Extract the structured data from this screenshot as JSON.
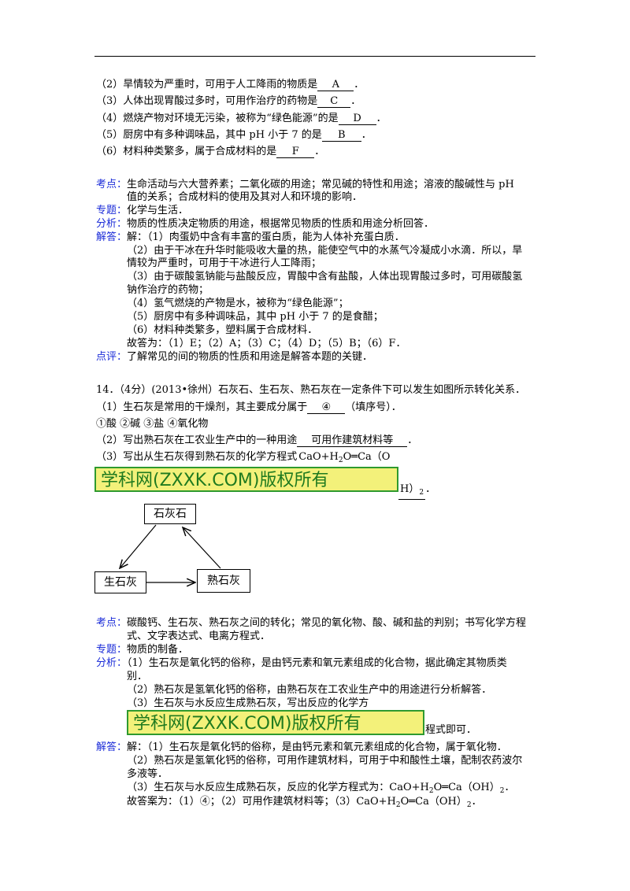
{
  "q13": {
    "items": [
      {
        "pre": "（2）旱情较为严重时，可用于人工降雨的物质是",
        "ans": "A",
        "post": "．"
      },
      {
        "pre": "（3）人体出现胃酸过多时，可用作治疗的药物是",
        "ans": "C",
        "post": "．"
      },
      {
        "pre": "（4）燃烧产物对环境无污染，被称为“绿色能源”的是",
        "ans": "D",
        "post": "．"
      },
      {
        "pre": "（5）厨房中有多种调味品，其中 pH 小于 7 的是",
        "ans": "B",
        "post": "．"
      },
      {
        "pre": "（6）材料种类繁多，属于合成材料的是",
        "ans": "F",
        "post": "．"
      }
    ],
    "kaodian_label": "考点：",
    "kaodian_1": "生命活动与六大营养素；二氧化碳的用途；常见碱的特性和用途；溶液的酸碱性与 pH",
    "kaodian_2": "值的关系；合成材料的使用及其对人和环境的影响．",
    "zhuanti_label": "专题：",
    "zhuanti": "化学与生活．",
    "fenxi_label": "分析：",
    "fenxi": "物质的性质决定物质的用途，根据常见物质的性质和用途分析回答．",
    "jieda_label": "解答：",
    "jieda": [
      "解：（1）肉蛋奶中含有丰富的蛋白质，能为人体补充蛋白质．",
      "（2）由于干冰在升华时能吸收大量的热，能使空气中的水蒸气冷凝成小水滴．所以，旱",
      "情较为严重时，可用于干冰进行人工降雨；",
      "（3）由于碳酸氢钠能与盐酸反应，胃酸中含有盐酸，人体出现胃酸过多时，可用碳酸氢",
      "钠作治疗的药物；",
      "（4）氢气燃烧的产物是水，被称为“绿色能源”；",
      "（5）厨房中有多种调味品，其中 pH 小于 7 的是食醋；",
      "（6）材料种类繁多，塑料属于合成材料．",
      "故答为：（1）E；（2）A；（3）C；（4）D；（5）B；（6）F．"
    ],
    "dianping_label": "点评：",
    "dianping": "了解常见的间的物质的性质和用途是解答本题的关键．"
  },
  "q14": {
    "title": "14．（4分）(2013•徐州）石灰石、生石灰、熟石灰在一定条件下可以发生如图所示转化关系．",
    "s1_pre": "（1）生石灰是常用的干燥剂，其主要成分属于",
    "s1_ans": "④",
    "s1_post": "（填序号）．",
    "options": "①酸 ②碱 ③盐 ④氧化物",
    "s2_pre": "（2）写出熟石灰在工农业生产中的一种用途",
    "s2_ans": "可用作建筑材料等",
    "s2_post": "．",
    "s3_pre": "（3）写出从生石灰得到熟石灰的化学方程式",
    "s3_ans_a": "CaO+H",
    "s3_ans_sub": "2",
    "s3_ans_b": "O═Ca（O",
    "s3_tail_a": "H）",
    "s3_tail_sub": "2",
    "s3_tail_b": "．",
    "watermark": "学科网(ZXXK.COM)版权所有",
    "diagram": {
      "top": "石灰石",
      "left": "生石灰",
      "right": "熟石灰"
    },
    "kaodian_label": "考点：",
    "kaodian_1": "碳酸钙、生石灰、熟石灰之间的转化；常见的氧化物、酸、碱和盐的判别；书写化学方程",
    "kaodian_2": "式、文字表达式、电离方程式．",
    "zhuanti_label": "专题：",
    "zhuanti": "物质的制备．",
    "fenxi_label": "分析：",
    "fenxi": [
      "（1）生石灰是氧化钙的俗称，是由钙元素和氧元素组成的化合物，据此确定其物质类",
      "别．",
      "（2）熟石灰是氢氧化钙的俗称，由熟石灰在工农业生产中的用途进行分析解答．",
      "（3）生石灰与水反应生成熟石灰，写出反应的化学方"
    ],
    "fenxi_tail": "程式即可．",
    "jieda_label": "解答：",
    "jieda": [
      "解：（1）生石灰是氧化钙的俗称，是由钙元素和氧元素组成的化合物，属于氧化物．",
      "（2）熟石灰是氢氧化钙的俗称，可用作建筑材料，可用于中和酸性土壤，配制农药波尔",
      "多液等．"
    ],
    "jieda_3_a": "（3）生石灰与水反应生成熟石灰，反应的化学方程式为：CaO+H",
    "jieda_3_sub1": "2",
    "jieda_3_b": "O═Ca（OH）",
    "jieda_3_sub2": "2",
    "jieda_3_c": "．",
    "answer_a": "故答案为：（1）④；（2）可用作建筑材料等；（3）CaO+H",
    "answer_sub1": "2",
    "answer_b": "O═Ca（OH）",
    "answer_sub2": "2",
    "answer_c": "．"
  },
  "colors": {
    "label": "#1a2bd8",
    "watermark_bg": "#f3f17a",
    "watermark_border": "#2f9a2f",
    "watermark_text": "#1f7a1f"
  }
}
